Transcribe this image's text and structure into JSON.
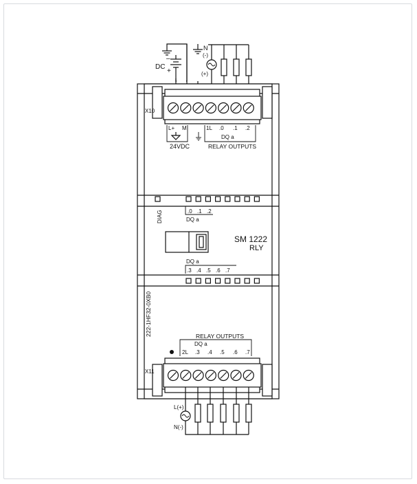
{
  "module": {
    "name": "SM 1222",
    "type": "RLY",
    "part_number": "222-1HF32-0XB0"
  },
  "top_connector": {
    "label": "X10",
    "terminals": [
      "L+",
      "M",
      "1L",
      ".0",
      ".1",
      ".2"
    ],
    "power_label": "24VDC",
    "group_label": "DQ a",
    "outputs_label": "RELAY OUTPUTS"
  },
  "bottom_connector": {
    "label": "X11",
    "terminals": [
      "2L",
      ".3",
      ".4",
      ".5",
      ".6",
      ".7"
    ],
    "group_label": "DQ a",
    "outputs_label": "RELAY OUTPUTS"
  },
  "wiring": {
    "dc_label": "DC",
    "dc_minus": "–",
    "dc_plus": "+",
    "ac_top_neutral": "N",
    "ac_top_neutral_sign": "(-)",
    "ac_top_line_sign": "(+)",
    "ac_bottom_line": "L(+)",
    "ac_bottom_neutral": "N(-)"
  },
  "status": {
    "diag_label": "DIAG",
    "top_led_group": "DQ a",
    "top_led_ticks": [
      ".0",
      ".1",
      ".2"
    ],
    "bottom_led_group": "DQ a",
    "bottom_led_ticks": [
      ".3",
      ".4",
      ".5",
      ".6",
      ".7"
    ]
  }
}
